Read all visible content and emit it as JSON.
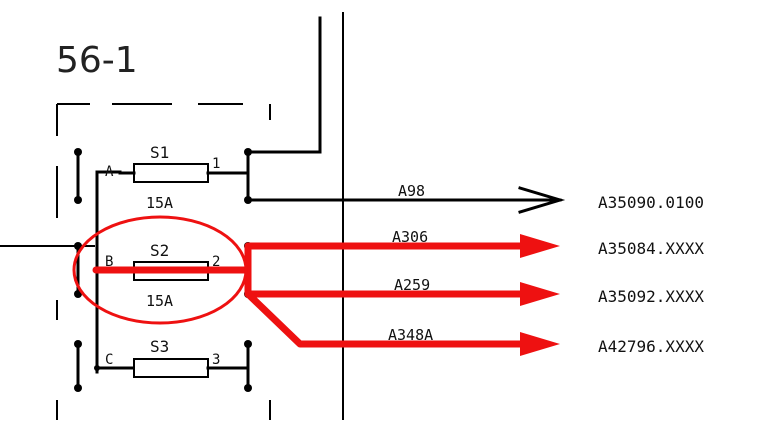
{
  "block": {
    "title": "56-1"
  },
  "fuses": [
    {
      "id": "S1",
      "rating": "15A",
      "input": "A",
      "output": "1"
    },
    {
      "id": "S2",
      "rating": "15A",
      "input": "B",
      "output": "2",
      "highlighted": true
    },
    {
      "id": "S3",
      "rating": "",
      "input": "C",
      "output": "3"
    }
  ],
  "wires": [
    {
      "label": "A98",
      "destination": "A35090.0100",
      "color": "#000000"
    },
    {
      "label": "A306",
      "destination": "A35084.XXXX",
      "color": "#ee1111"
    },
    {
      "label": "A259",
      "destination": "A35092.XXXX",
      "color": "#ee1111"
    },
    {
      "label": "A348A",
      "destination": "A42796.XXXX",
      "color": "#ee1111"
    }
  ],
  "colors": {
    "highlight": "#ee1111",
    "line": "#000000"
  }
}
